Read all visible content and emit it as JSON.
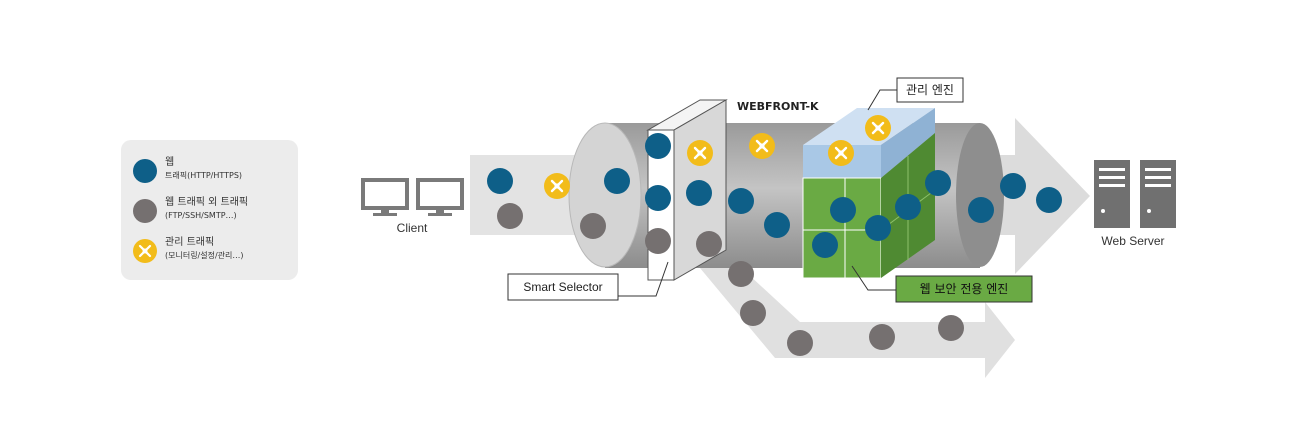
{
  "legend": {
    "items": [
      {
        "line1": "웹",
        "line2": "트래픽(HTTP/HTTPS)",
        "color": "#0e5f88"
      },
      {
        "line1": "웹 트래픽 외 트래픽",
        "line2": "(FTP/SSH/SMTP…)",
        "color": "#757070"
      },
      {
        "line1": "관리 트래픽",
        "line2": "(모니터링/설정/관리…)",
        "color": "#f2bc1a"
      }
    ]
  },
  "labels": {
    "client": "Client",
    "web_server": "Web Server",
    "product": "WEBFRONT-K",
    "mgmt_engine": "관리 엔진",
    "security_engine": "웹 보안 전용 엔진",
    "smart_selector": "Smart Selector"
  },
  "colors": {
    "web": "#0e5f88",
    "other": "#757070",
    "mgmt": "#f2bc1a",
    "engine_green": "#6aaa44",
    "engine_blue": "#a9c8e6",
    "label_green": "#6aaa44"
  }
}
